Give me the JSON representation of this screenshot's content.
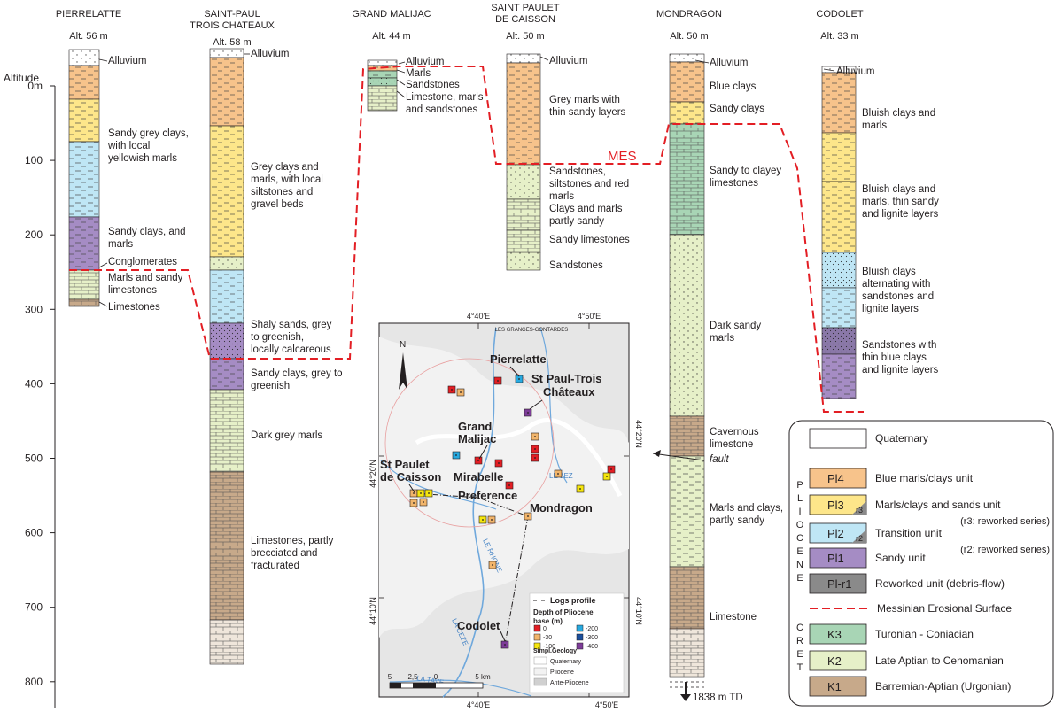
{
  "figure": {
    "altitude_label": "Altitude",
    "depth_ticks": [
      "0m",
      "100",
      "200",
      "300",
      "400",
      "500",
      "600",
      "700",
      "800"
    ],
    "mes_label": "MES",
    "fault_label": "fault",
    "td_label": "1838 m TD"
  },
  "logs": [
    {
      "name_lines": [
        "PIERRELATTE"
      ],
      "altitude": "Alt. 56 m",
      "labels": [
        "Alluvium",
        "Sandy grey clays, with local yellowish marls",
        "Sandy clays, and marls",
        "Conglomerates",
        "Marls and sandy limestones",
        "Limestones"
      ]
    },
    {
      "name_lines": [
        "SAINT-PAUL",
        "TROIS CHATEAUX"
      ],
      "altitude": "Alt. 58 m",
      "labels": [
        "Alluvium",
        "Grey clays and marls, with local siltstones and gravel beds",
        "Shaly sands, grey to greenish, locally calcareous",
        "Sandy clays, grey to greenish",
        "Dark grey marls",
        "Limestones, partly brecciated and fracturated"
      ]
    },
    {
      "name_lines": [
        "GRAND MALIJAC"
      ],
      "altitude": "Alt. 44 m",
      "labels": [
        "Alluvium",
        "Marls",
        "Sandstones",
        "Limestone, marls and sandstones"
      ]
    },
    {
      "name_lines": [
        "SAINT PAULET",
        "DE CAISSON"
      ],
      "altitude": "Alt. 50 m",
      "labels": [
        "Alluvium",
        "Grey marls with thin sandy layers",
        "Sandstones, siltstones and red marls",
        "Clays and marls partly sandy",
        "Sandy limestones",
        "Sandstones"
      ]
    },
    {
      "name_lines": [
        "MONDRAGON"
      ],
      "altitude": "Alt. 50 m",
      "labels": [
        "Alluvium",
        "Blue clays",
        "Sandy clays",
        "Sandy to clayey limestones",
        "Dark sandy marls",
        "Cavernous limestone",
        "Marls and clays, partly sandy",
        "Limestone"
      ]
    },
    {
      "name_lines": [
        "CODOLET"
      ],
      "altitude": "Alt. 33 m",
      "labels": [
        "Alluvium",
        "Bluish clays and marls",
        "Bluish clays and marls, thin sandy and lignite layers",
        "Bluish clays alternating with sandstones and lignite layers",
        "Sandstones with thin blue clays and lignite layers"
      ]
    }
  ],
  "map": {
    "lon_ticks": [
      "4°40'E",
      "4°50'E"
    ],
    "lat_ticks": [
      "44°20'N",
      "44°10'N"
    ],
    "north": "N",
    "town_label": "LES GRANGES-GONTARDES",
    "rivers": [
      "LE RHONE",
      "LA CEZE",
      "LE LEZ",
      "LA TAVE"
    ],
    "places": [
      "Pierrelatte",
      "St Paul-Trois",
      "Châteaux",
      "Grand",
      "Malijac",
      "St Paulet",
      "de Caisson",
      "Mirabelle",
      "Preference",
      "Mondragon",
      "Codolet"
    ],
    "legend_title": "Logs profile",
    "depth_title_lines": [
      "Depth of Pliocene",
      "base (m)"
    ],
    "depth_items": [
      "0",
      "-30",
      "-100",
      "-200",
      "-300",
      "-400"
    ],
    "geology_title": "Simpl.Geology",
    "geology_items": [
      "Quaternary",
      "Pliocene",
      "Ante-Pliocene"
    ],
    "scale_labels": [
      "5",
      "2,5",
      "0",
      "5 km"
    ]
  },
  "legend": {
    "pliocene_group": "PLIOCENE",
    "cretaceous_group": "CRET",
    "items": [
      {
        "code": "",
        "label": "Quaternary",
        "color": "#ffffff"
      },
      {
        "code": "Pl4",
        "label": "Blue marls/clays unit",
        "color": "#f7c38b"
      },
      {
        "code": "Pl3",
        "label": "Marls/clays and sands unit",
        "note": "(r3: reworked series)",
        "sub": "r3",
        "color": "#fde68a"
      },
      {
        "code": "Pl2",
        "label": "Transition unit",
        "note": "(r2: reworked series)",
        "sub": "r2",
        "color": "#bfe6f5"
      },
      {
        "code": "Pl1",
        "label": "Sandy unit",
        "color": "#a58cc4"
      },
      {
        "code": "Pl-r1",
        "label": "Reworked unit (debris-flow)",
        "color": "#8a8a8a"
      },
      {
        "code": "",
        "label": "Messinian Erosional Surface",
        "color": "#e31e24"
      },
      {
        "code": "K3",
        "label": "Turonian - Coniacian",
        "color": "#a8d5b5"
      },
      {
        "code": "K2",
        "label": "Late Aptian to Cenomanian",
        "color": "#e6f0c8"
      },
      {
        "code": "K1",
        "label": "Barremian-Aptian (Urgonian)",
        "color": "#c7a98a"
      }
    ]
  }
}
